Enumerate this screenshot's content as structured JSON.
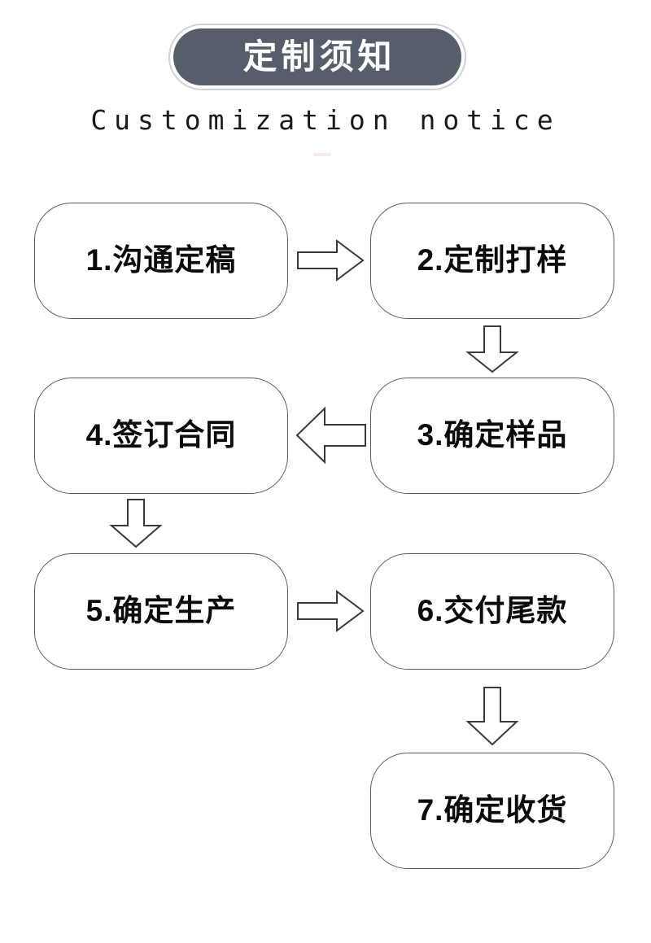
{
  "header": {
    "badge_title": "定制须知",
    "subtitle": "Customization notice",
    "badge_fill_color": "#565e6b",
    "badge_ring_color": "#cfd2d6",
    "badge_text_color": "#ffffff"
  },
  "flow": {
    "node_border_color": "#5a5a5a",
    "node_fill_color": "#ffffff",
    "node_text_color": "#0b0b0b",
    "arrow_stroke_color": "#3a3a3a",
    "arrow_fill_color": "#ffffff",
    "nodes": [
      {
        "id": "1",
        "label": "1.沟通定稿"
      },
      {
        "id": "2",
        "label": "2.定制打样"
      },
      {
        "id": "3",
        "label": "3.确定样品"
      },
      {
        "id": "4",
        "label": "4.签订合同"
      },
      {
        "id": "5",
        "label": "5.确定生产"
      },
      {
        "id": "6",
        "label": "6.交付尾款"
      },
      {
        "id": "7",
        "label": "7.确定收货"
      }
    ],
    "connectors": [
      {
        "from": "1",
        "to": "2",
        "direction": "right"
      },
      {
        "from": "2",
        "to": "3",
        "direction": "down"
      },
      {
        "from": "3",
        "to": "4",
        "direction": "left"
      },
      {
        "from": "4",
        "to": "5",
        "direction": "down"
      },
      {
        "from": "5",
        "to": "6",
        "direction": "right"
      },
      {
        "from": "6",
        "to": "7",
        "direction": "down"
      }
    ]
  }
}
